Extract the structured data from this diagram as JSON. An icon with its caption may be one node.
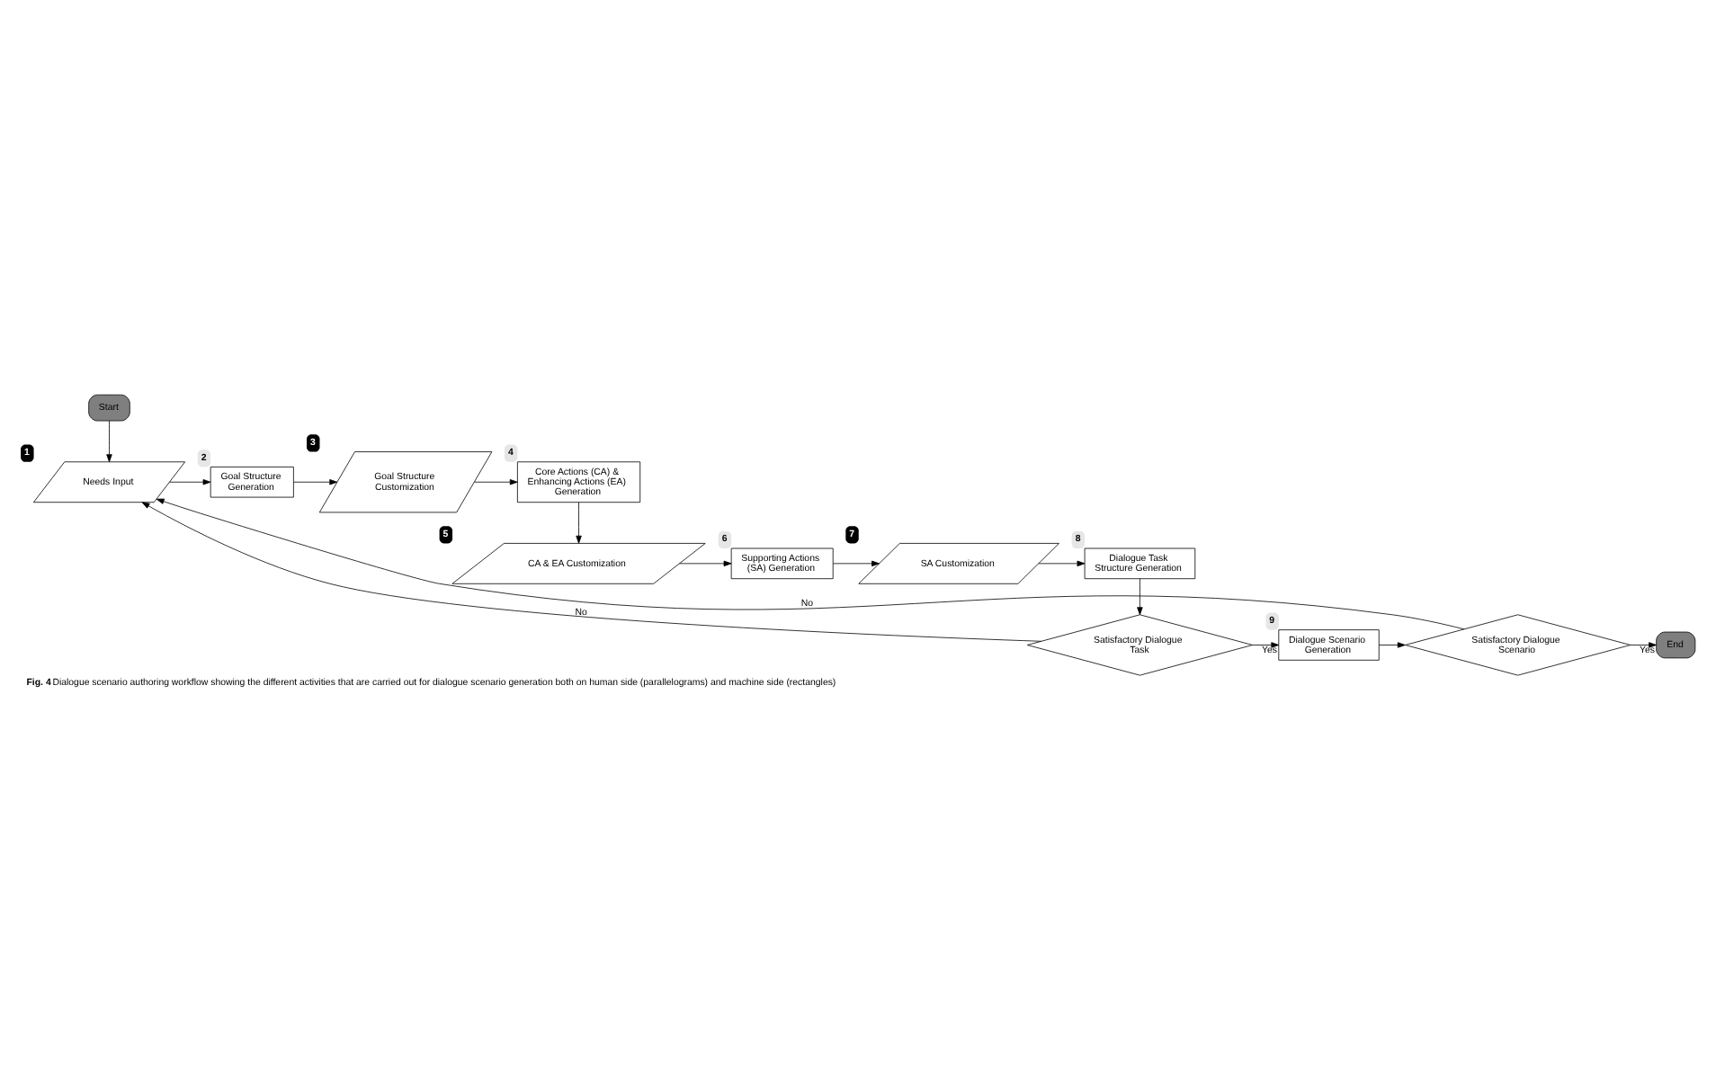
{
  "diagram": {
    "caption": "**Fig. 4** Dialogue scenario authoring workflow showing the different activities that are carried out for dialogue scenario generation both on human side (parallelograms) and machine side (rectangles)",
    "nodes": [
      {
        "text": [
          "Start"
        ]
      },
      {
        "text": [
          "Needs Input"
        ],
        "beside": [
          "1"
        ]
      },
      {
        "text": [
          "Goal Structure Generation"
        ],
        "beside": [
          "2"
        ]
      },
      {
        "text": [
          "Goal Structure Customization"
        ],
        "beside": [
          "3"
        ]
      },
      {
        "text": [
          "Core Actions (CA) & Enhancing Actions (EA) Generation"
        ],
        "beside": [
          "4"
        ]
      },
      {
        "text": [
          "CA & EA Customization"
        ],
        "beside": [
          "5"
        ]
      },
      {
        "text": [
          "Supporting Actions (SA) Generation"
        ],
        "beside": [
          "6"
        ]
      },
      {
        "text": [
          "SA Customization"
        ],
        "beside": [
          "7"
        ]
      },
      {
        "text": [
          "Dialogue Task Structure Generation"
        ],
        "beside": [
          "8"
        ]
      },
      {
        "text": [
          "Satisfactory Dialogue Task"
        ]
      },
      {
        "text": [
          "Dialogue Scenario Generation"
        ],
        "beside": [
          "9"
        ]
      },
      {
        "text": [
          "Satisfactory Dialogue Scenario"
        ]
      },
      {
        "text": [
          "End"
        ]
      }
    ],
    "edges": [
      {
        "from": 0,
        "to": 1,
        "arrow": "to"
      },
      {
        "from": 1,
        "to": 2,
        "arrow": "to"
      },
      {
        "from": 2,
        "to": 3,
        "arrow": "to"
      },
      {
        "from": 3,
        "to": 4,
        "arrow": "to"
      },
      {
        "from": 4,
        "to": 5,
        "arrow": "to"
      },
      {
        "from": 5,
        "to": 6,
        "arrow": "to"
      },
      {
        "from": 6,
        "to": 7,
        "arrow": "to"
      },
      {
        "from": 7,
        "to": 8,
        "arrow": "to"
      },
      {
        "from": 8,
        "to": 9,
        "arrow": "to"
      },
      {
        "from": 9,
        "to": 10,
        "label": "Yes",
        "arrow": "to"
      },
      {
        "from": 10,
        "to": 11,
        "arrow": "to"
      },
      {
        "from": 11,
        "to": 12,
        "label": "Yes",
        "arrow": "to"
      },
      {
        "from": 9,
        "to": 1,
        "label": "No",
        "arrow": "to"
      },
      {
        "from": 11,
        "to": 1,
        "label": "No",
        "arrow": "to"
      }
    ]
  }
}
